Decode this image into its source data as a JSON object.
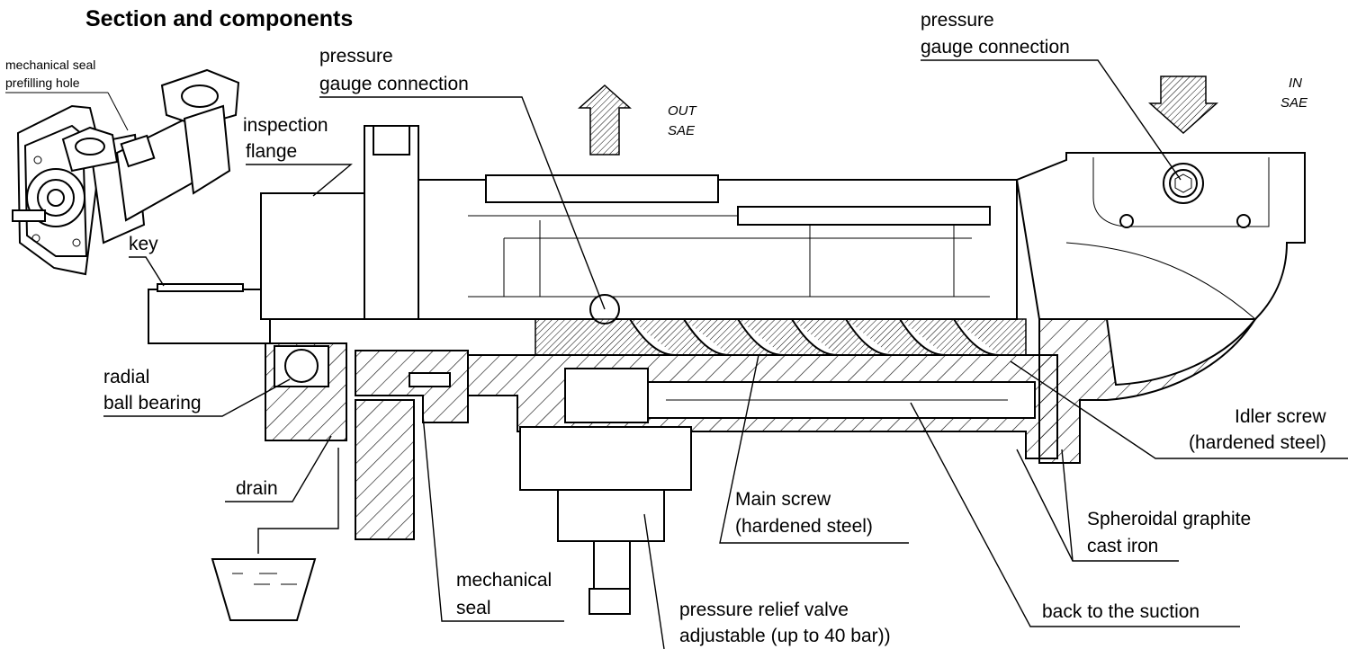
{
  "title": "Section and components",
  "labels": {
    "mech_seal_prefill": [
      "mechanical seal",
      "prefilling hole"
    ],
    "inspection_flange": [
      "inspection",
      "flange"
    ],
    "key": "key",
    "radial_ball_bearing": [
      "radial",
      "ball bearing"
    ],
    "drain": "drain",
    "pressure_gauge_left": [
      "pressure",
      "gauge connection"
    ],
    "pressure_gauge_right": [
      "pressure",
      "gauge connection"
    ],
    "out_port": [
      "OUT",
      "SAE"
    ],
    "in_port": [
      "IN",
      "SAE"
    ],
    "main_screw": [
      "Main screw",
      "(hardened steel)"
    ],
    "idler_screw": [
      "Idler screw",
      "(hardened steel)"
    ],
    "cast_iron": [
      "Spheroidal graphite",
      "cast iron"
    ],
    "mechanical_seal": [
      "mechanical",
      "seal"
    ],
    "relief_valve": [
      "pressure relief valve",
      "adjustable (up to 40 bar))"
    ],
    "back_to_suction": "back to the suction"
  },
  "icons": {
    "out_arrow": "arrow-up-icon",
    "in_arrow": "arrow-down-icon",
    "drain_tank": "drain-tank-icon"
  }
}
